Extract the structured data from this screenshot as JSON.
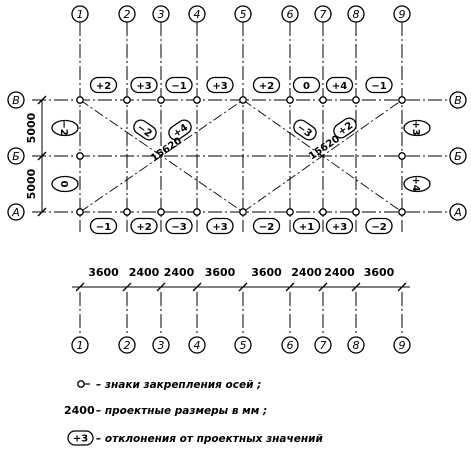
{
  "axes": {
    "vertical": [
      "1",
      "2",
      "3",
      "4",
      "5",
      "6",
      "7",
      "8",
      "9"
    ],
    "horizontal": [
      "В",
      "Б",
      "А"
    ]
  },
  "spacings": [
    "3600",
    "2400",
    "2400",
    "3600",
    "3600",
    "2400",
    "2400",
    "3600"
  ],
  "side_dims": [
    "5000",
    "5000"
  ],
  "deviations": {
    "top": [
      "+2",
      "+3",
      "−1",
      "+3",
      "+2",
      "0",
      "+4",
      "−1"
    ],
    "bottom": [
      "−1",
      "+2",
      "−3",
      "+3",
      "−2",
      "+1",
      "+3",
      "−2"
    ],
    "left": [
      "−2",
      "0"
    ],
    "right": [
      "+3",
      "+4"
    ],
    "diagonal_left": [
      "−2",
      "+4"
    ],
    "diagonal_right": [
      "−3",
      "+2"
    ]
  },
  "diagonal_dims": [
    "15620",
    "15620"
  ],
  "legend": {
    "marks_label": "– знаки закрепления осей ;",
    "dims_sample": "2400",
    "dims_label": "– проектные размеры в мм ;",
    "dev_sample": "+3",
    "dev_label": "– отклонения от проектных значений"
  }
}
